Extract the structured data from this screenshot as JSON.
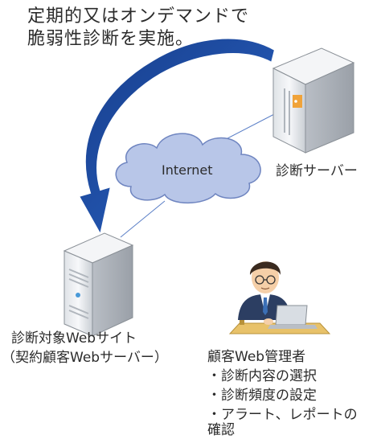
{
  "heading": {
    "line1": "定期的又はオンデマンドで",
    "line2": "脆弱性診断を実施。"
  },
  "cloud": {
    "label": "Internet"
  },
  "diagnostic_server": {
    "label": "診断サーバー"
  },
  "target_server": {
    "line1": "診断対象Webサイト",
    "line2": "（契約顧客Webサーバー）"
  },
  "admin": {
    "title": "顧客Web管理者",
    "items": [
      "・診断内容の選択",
      "・診断頻度の設定",
      "・アラート、レポートの",
      "確認"
    ]
  },
  "colors": {
    "arrow": "#1f4fa6",
    "cloud": "#b8c6e8",
    "server_body": "#eceff2",
    "accent_orange": "#f0a33a"
  }
}
